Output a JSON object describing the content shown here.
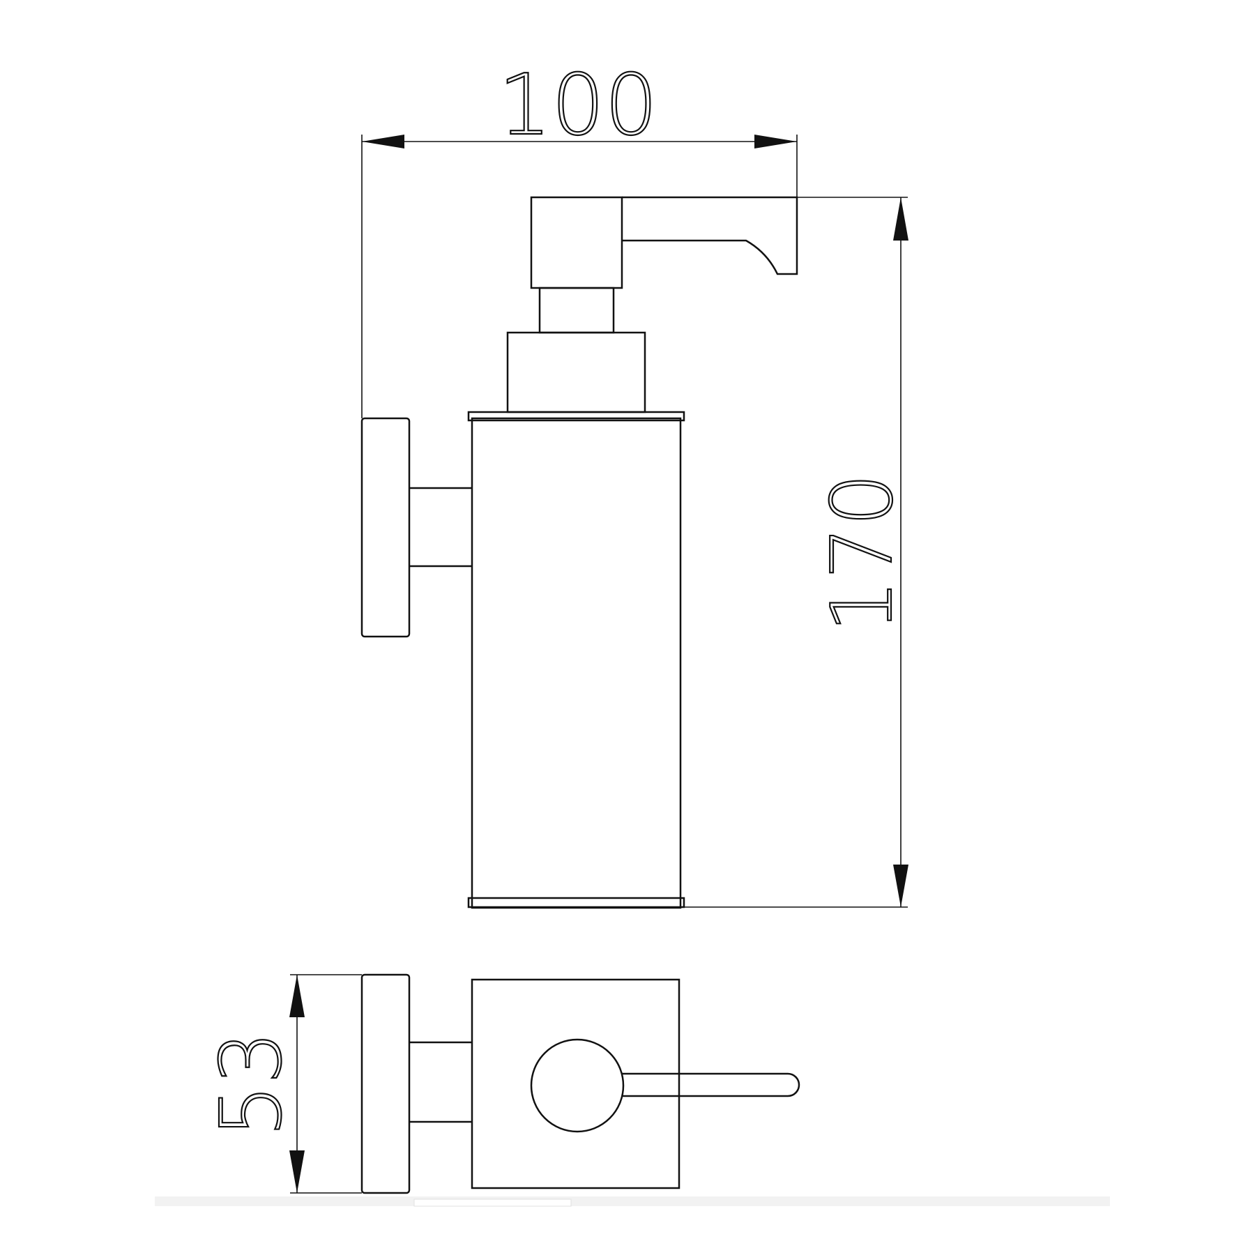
{
  "dimensions": {
    "width": {
      "value": "100"
    },
    "height": {
      "value": "170"
    },
    "depth": {
      "value": "53"
    }
  },
  "colors": {
    "line": "#111111",
    "background": "#ffffff",
    "bottom_band": "#f2f2f2"
  }
}
